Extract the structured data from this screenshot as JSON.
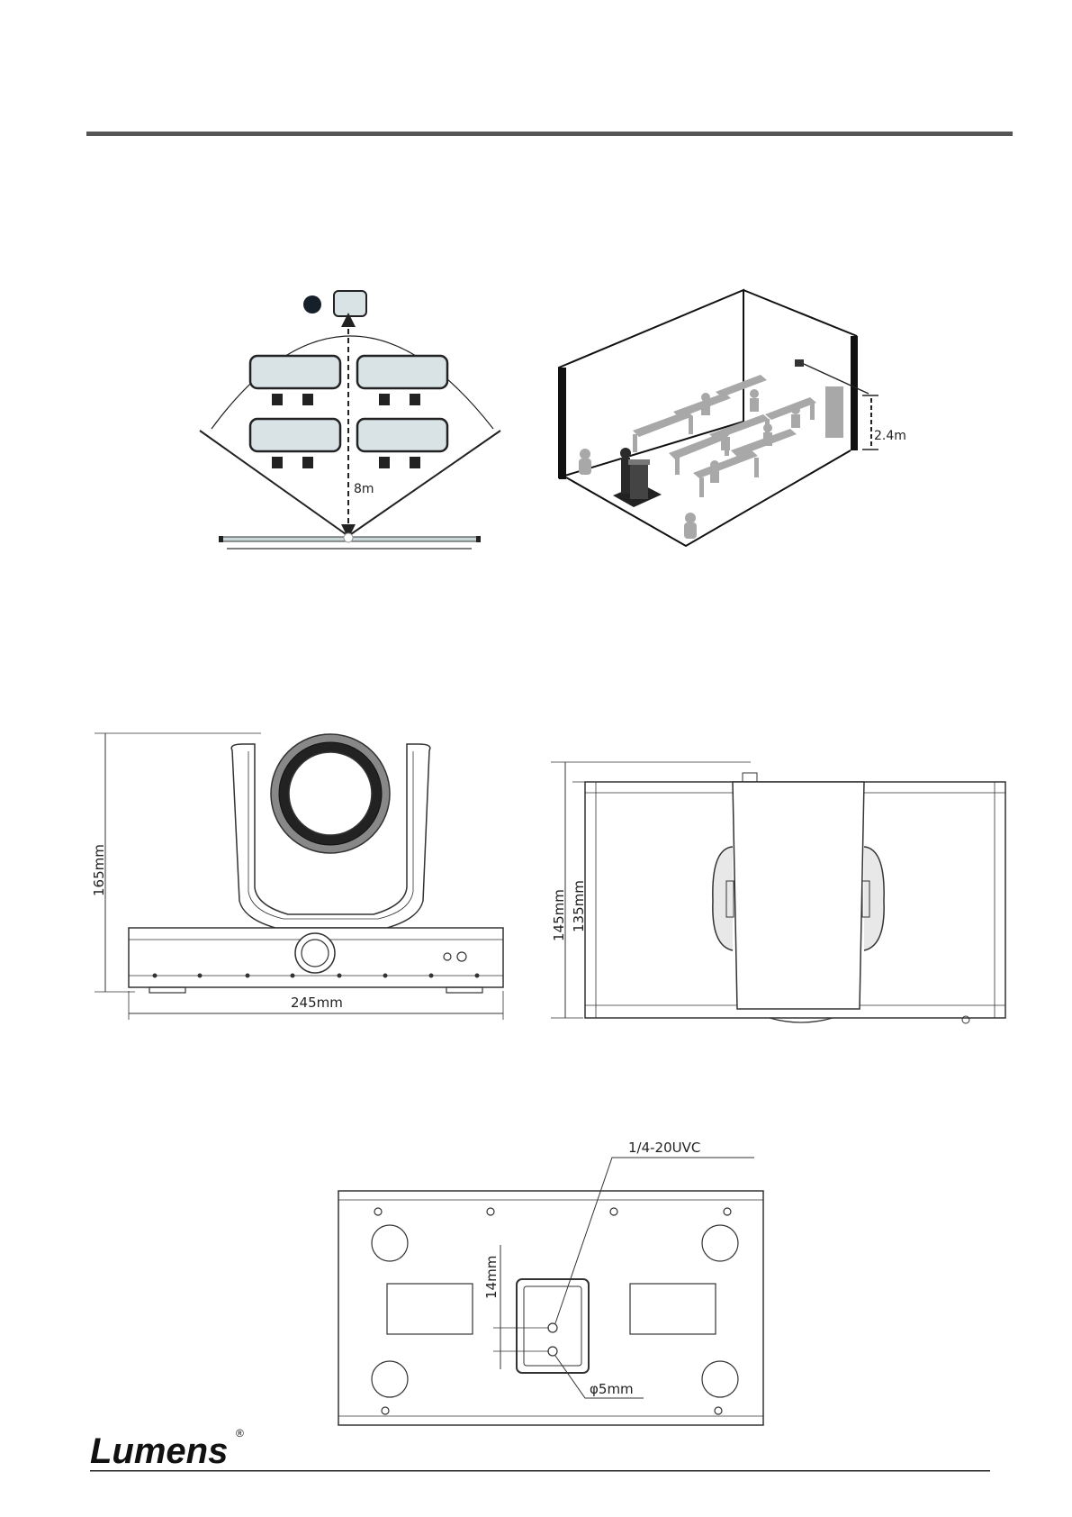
{
  "diagram1": {
    "distance_label": "8m"
  },
  "diagram2": {
    "height_label": "2.4m"
  },
  "front_view": {
    "height_label": "165mm",
    "width_label": "245mm"
  },
  "side_view": {
    "height_outer_label": "145mm",
    "height_inner_label": "135mm"
  },
  "bottom_view": {
    "thread_label": "1/4-20UVC",
    "spacing_label": "14mm",
    "hole_label": "φ5mm"
  },
  "footer": {
    "brand": "Lumens",
    "registered_mark": "®"
  },
  "colors": {
    "header_rule": "#555555",
    "panel_fill": "#d9e3e6",
    "figure_gray": "#a8a8a8",
    "ink": "#222222"
  }
}
